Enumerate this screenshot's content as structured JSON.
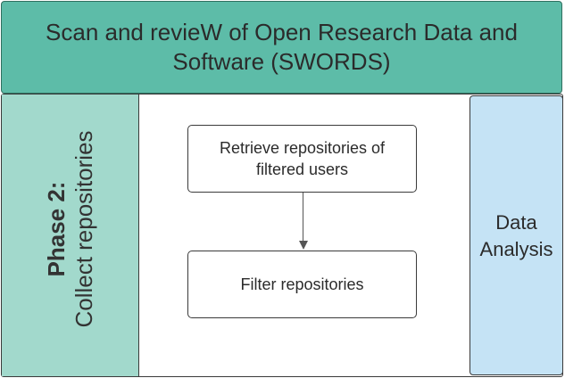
{
  "header": {
    "title": "Scan and revieW of Open Research Data and Software (SWORDS)"
  },
  "phase": {
    "label": "Phase 2:",
    "name": "Collect repositories"
  },
  "steps": [
    {
      "label": "Retrieve repositories of filtered users"
    },
    {
      "label": "Filter repositories"
    }
  ],
  "analysis": {
    "label": "Data Analysis"
  },
  "colors": {
    "header_bg": "#5dbca8",
    "phase_bg": "#a2d9cc",
    "analysis_bg": "#c5e3f5"
  }
}
